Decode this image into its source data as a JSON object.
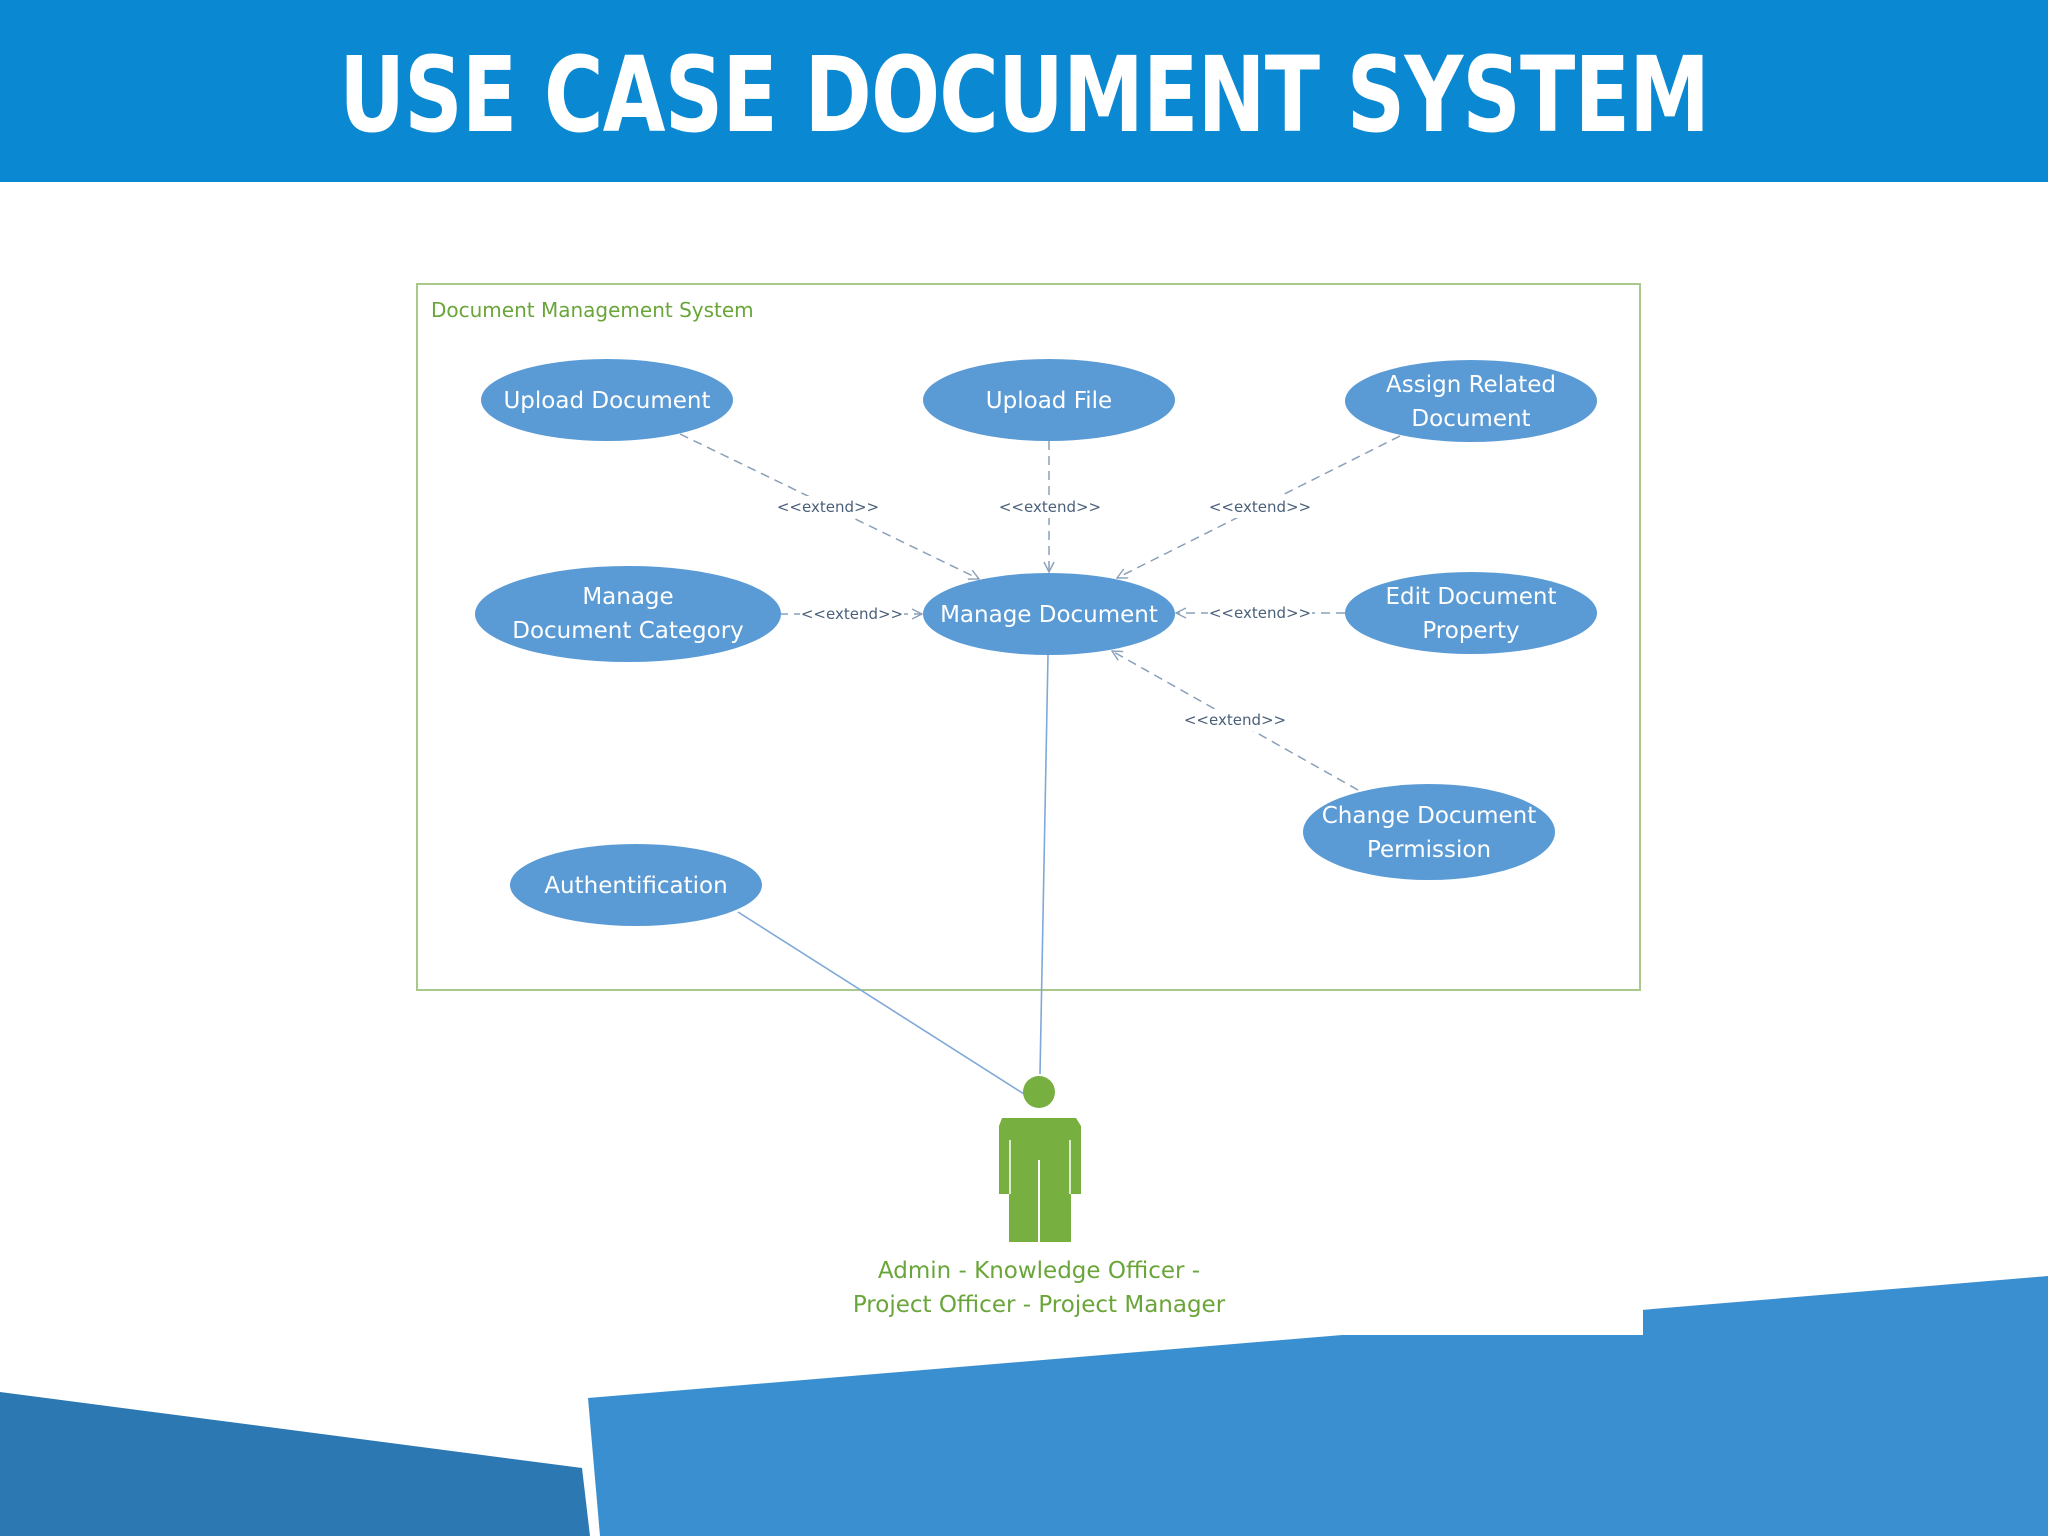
{
  "title": "USE CASE DOCUMENT SYSTEM",
  "colors": {
    "header_bg": "#0b88d2",
    "use_case_fill": "#5b9bd5",
    "actor_green": "#77b041",
    "boundary_green": "#a9c98a",
    "footer_blue": "#3a8fd0",
    "footer_blue_dark": "#2b78b3"
  },
  "diagram": {
    "system_boundary_label": "Document Management System",
    "use_cases": {
      "upload_document": [
        "Upload Document"
      ],
      "upload_file": [
        "Upload File"
      ],
      "assign_related_document": [
        "Assign Related",
        "Document"
      ],
      "manage_document_category": [
        "Manage",
        "Document Category"
      ],
      "manage_document": [
        "Manage Document"
      ],
      "edit_document_property": [
        "Edit Document",
        "Property"
      ],
      "change_document_permission": [
        "Change Document",
        "Permission"
      ],
      "authentification": [
        "Authentification"
      ]
    },
    "relationship_label": "<<extend>>",
    "actor": {
      "icon": "person-icon",
      "label_lines": [
        "Admin - Knowledge Officer -",
        "Project Officer - Project Manager"
      ]
    }
  }
}
